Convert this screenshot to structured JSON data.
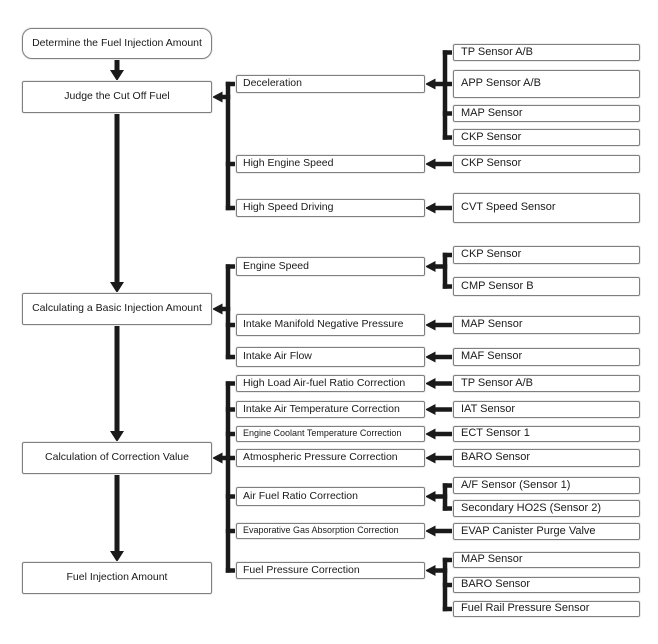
{
  "diagram": {
    "flow": [
      {
        "label": "Determine the Fuel Injection Amount"
      },
      {
        "label": "Judge the Cut Off Fuel"
      },
      {
        "label": "Calculating a Basic Injection Amount"
      },
      {
        "label": "Calculation of Correction Value"
      },
      {
        "label": "Fuel Injection Amount"
      }
    ],
    "groups": [
      {
        "feeds_into": "Judge the Cut Off Fuel",
        "conditions": [
          {
            "label": "Deceleration",
            "sensors": [
              "TP Sensor A/B",
              "APP Sensor A/B",
              "MAP Sensor",
              "CKP Sensor"
            ]
          },
          {
            "label": "High Engine Speed",
            "sensors": [
              "CKP Sensor"
            ]
          },
          {
            "label": "High Speed Driving",
            "sensors": [
              "CVT Speed Sensor"
            ]
          }
        ]
      },
      {
        "feeds_into": "Calculating a Basic Injection Amount",
        "conditions": [
          {
            "label": "Engine Speed",
            "sensors": [
              "CKP Sensor",
              "CMP Sensor B"
            ]
          },
          {
            "label": "Intake Manifold Negative Pressure",
            "sensors": [
              "MAP Sensor"
            ]
          },
          {
            "label": "Intake Air Flow",
            "sensors": [
              "MAF Sensor"
            ]
          }
        ]
      },
      {
        "feeds_into": "Calculation of Correction Value",
        "conditions": [
          {
            "label": "High Load Air-fuel Ratio Correction",
            "sensors": [
              "TP Sensor A/B"
            ]
          },
          {
            "label": "Intake Air Temperature Correction",
            "sensors": [
              "IAT Sensor"
            ]
          },
          {
            "label": "Engine Coolant Temperature Correction",
            "sensors": [
              "ECT Sensor 1"
            ]
          },
          {
            "label": "Atmospheric Pressure Correction",
            "sensors": [
              "BARO Sensor"
            ]
          },
          {
            "label": "Air Fuel Ratio Correction",
            "sensors": [
              "A/F Sensor (Sensor 1)",
              "Secondary HO2S (Sensor 2)"
            ]
          },
          {
            "label": "Evaporative Gas Absorption Correction",
            "sensors": [
              "EVAP Canister Purge Valve"
            ]
          },
          {
            "label": "Fuel Pressure Correction",
            "sensors": [
              "MAP Sensor",
              "BARO Sensor",
              "Fuel Rail Pressure Sensor"
            ]
          }
        ]
      }
    ]
  },
  "colors": {
    "line": "#1a1a1a",
    "box_border": "#7f7f7f",
    "box_fill": "#ffffff",
    "text": "#1a1a1a",
    "background": "#ffffff"
  }
}
